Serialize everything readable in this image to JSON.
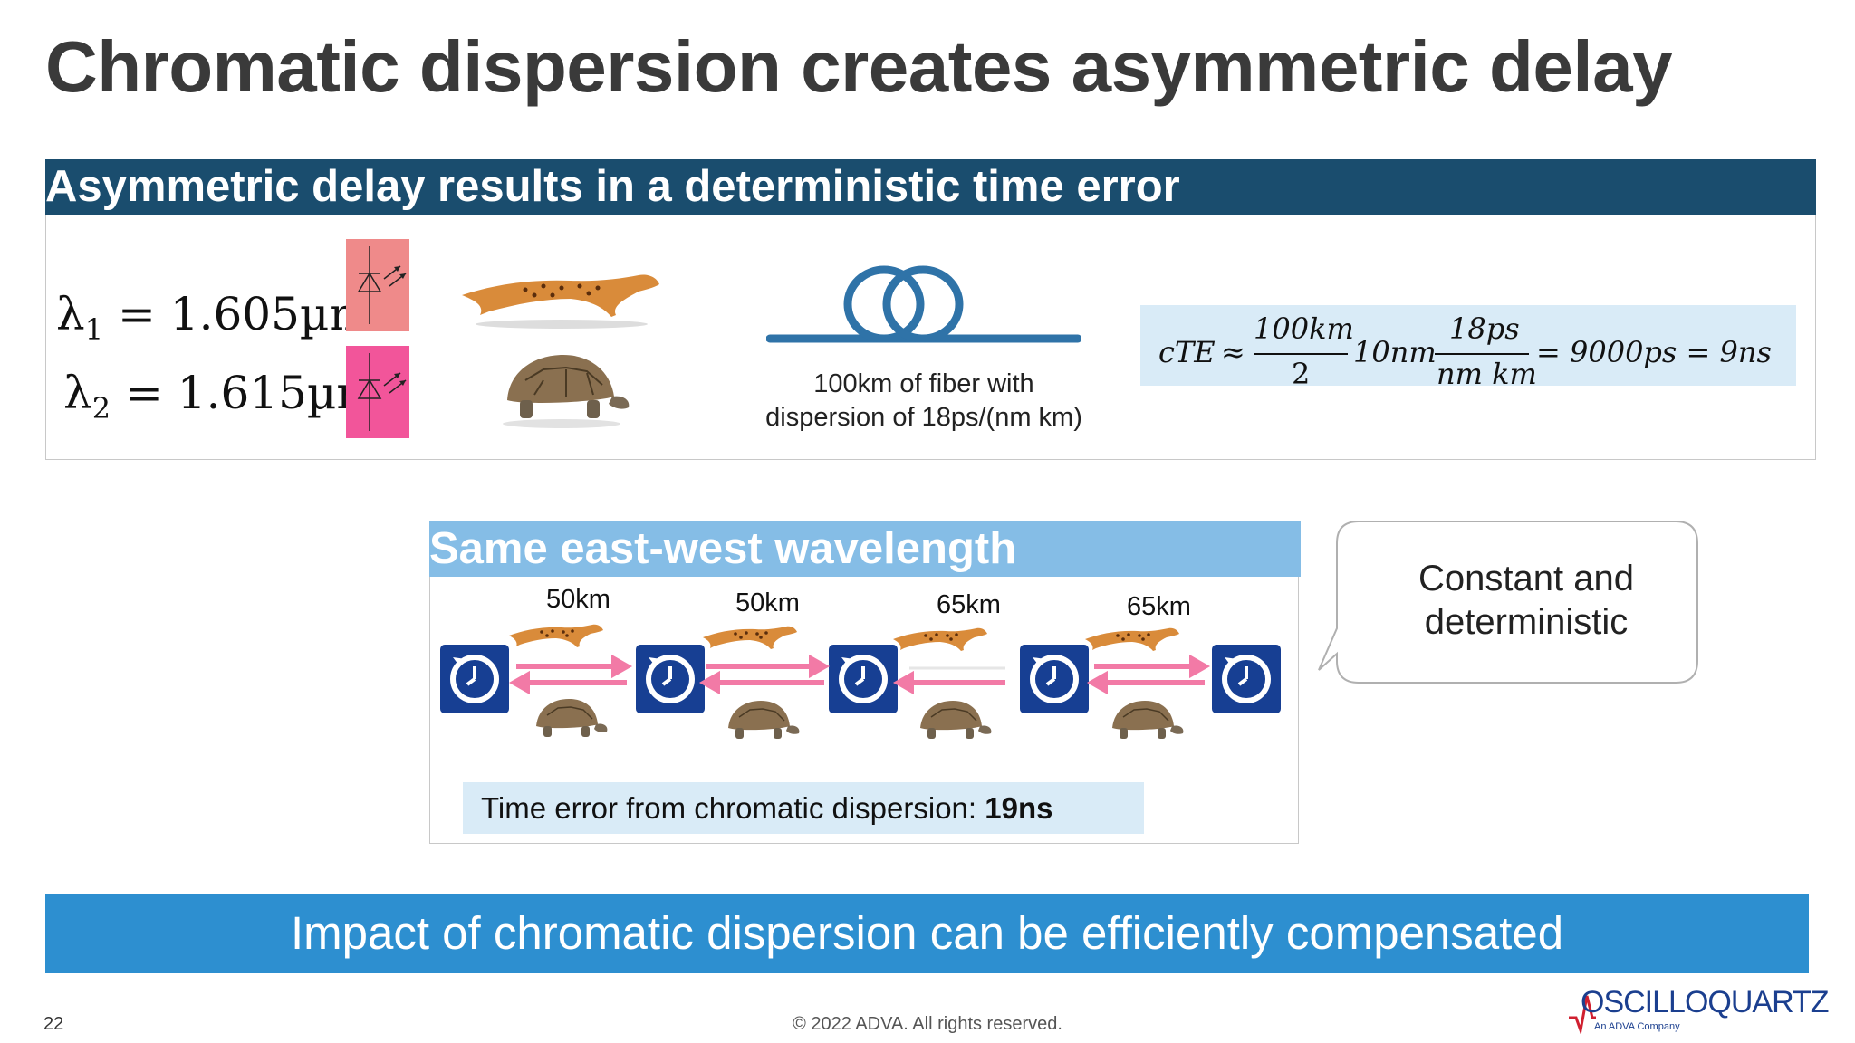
{
  "slide": {
    "title": "Chromatic dispersion creates asymmetric delay",
    "slide_number": "22",
    "copyright": "© 2022 ADVA. All rights reserved."
  },
  "top_panel": {
    "header": "Asymmetric delay results in a deterministic time error",
    "lambda1": {
      "symbol": "λ",
      "sub": "1",
      "value": "= 1.605µm"
    },
    "lambda2": {
      "symbol": "λ",
      "sub": "2",
      "value": "= 1.615µm"
    },
    "fiber_caption_line1": "100km of fiber with",
    "fiber_caption_line2": "dispersion of 18ps/(nm km)",
    "formula": {
      "lhs": "cTE",
      "approx": "≈",
      "frac1_num": "100km",
      "frac1_den": "2",
      "middle": "10nm",
      "frac2_num": "18ps",
      "frac2_den": "nm km",
      "result": "= 9000ps = 9ns"
    }
  },
  "middle_panel": {
    "header": "Same east-west wavelength",
    "distances": [
      "50km",
      "50km",
      "65km",
      "65km"
    ],
    "time_error_label": "Time error from chromatic dispersion:",
    "time_error_value": "19ns"
  },
  "callout": {
    "line1": "Constant and",
    "line2": "deterministic"
  },
  "banner": "Impact of chromatic dispersion can be efficiently compensated",
  "logo": {
    "name": "OSCILLOQUARTZ",
    "tagline": "An ADVA Company"
  },
  "colors": {
    "dark_header": "#1a4d6e",
    "light_header": "#85bde6",
    "banner": "#2d8fd0",
    "formula_bg": "#d9ebf7",
    "diode1": "#ef8a8a",
    "diode2": "#f2559a",
    "arrow_pink": "#f27aa6",
    "clock_blue": "#173f93",
    "fiber_blue": "#2f73a8"
  },
  "icons": [
    "cheetah-icon",
    "tortoise-icon",
    "laser-diode-icon",
    "fiber-coil-icon",
    "clock-icon",
    "arrow-right-icon",
    "arrow-left-icon"
  ]
}
